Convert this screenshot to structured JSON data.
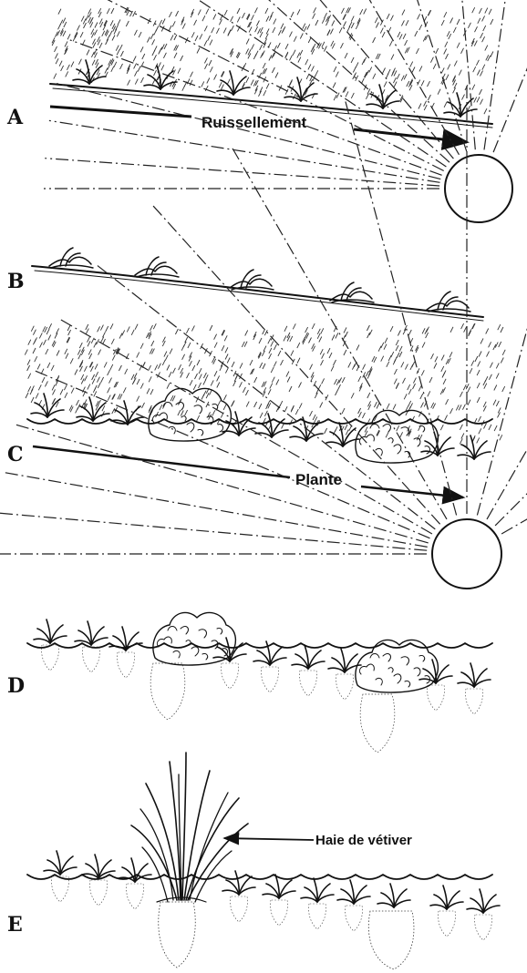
{
  "panels": [
    {
      "letter": "A",
      "annotation": "Ruissellement"
    },
    {
      "letter": "B"
    },
    {
      "letter": "C",
      "annotation": "Plante"
    },
    {
      "letter": "D"
    },
    {
      "letter": "E",
      "annotation": "Haie de vétiver"
    }
  ]
}
